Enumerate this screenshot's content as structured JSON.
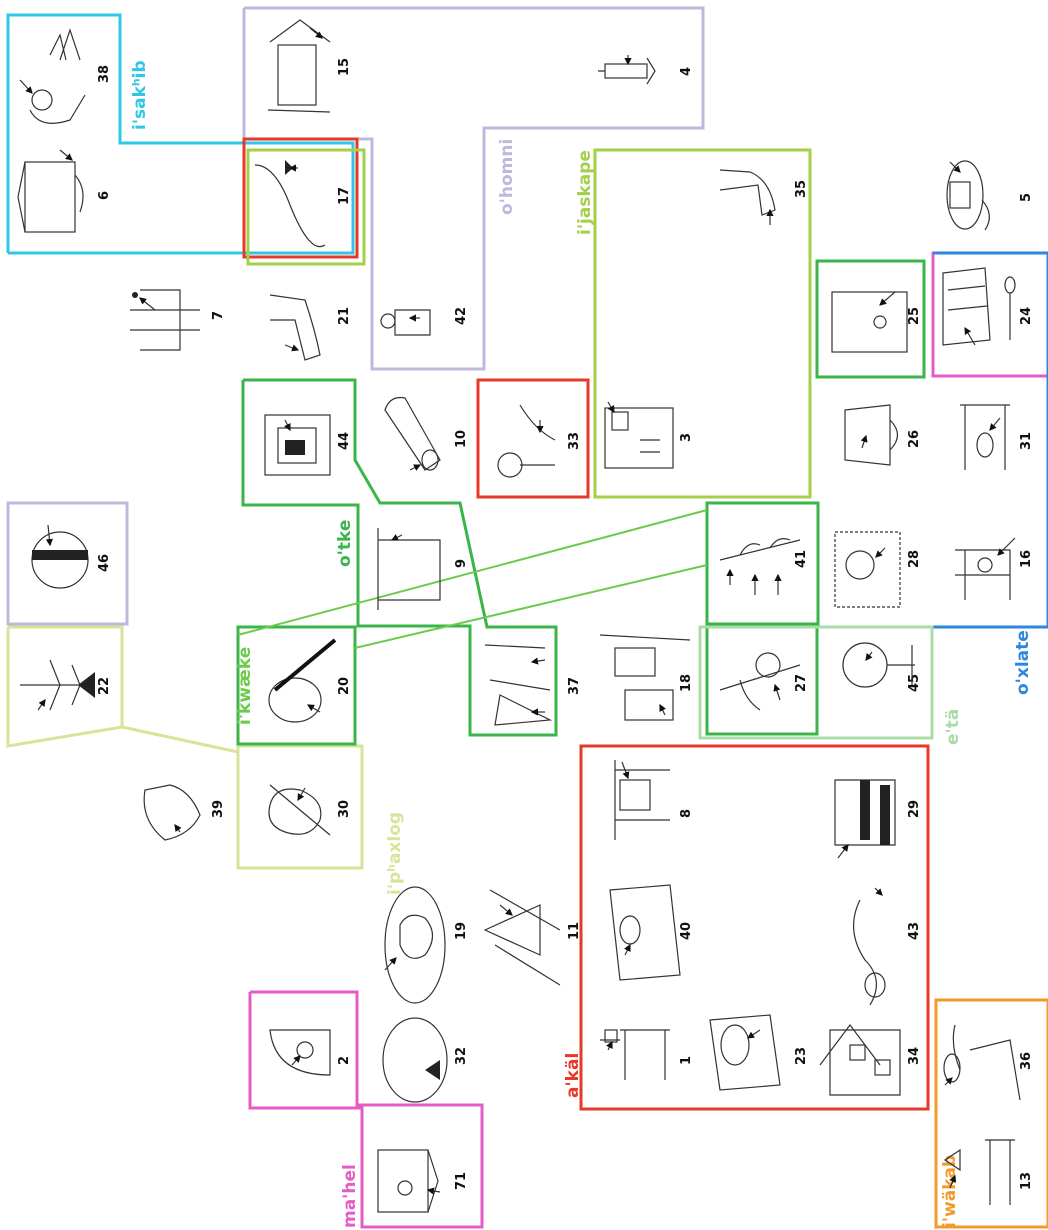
{
  "regions": [
    {
      "id": "isakhib",
      "label": "i'sakʰib",
      "color": "#2EC7E5"
    },
    {
      "id": "ohomni",
      "label": "o'homni",
      "color": "#BDB8DC"
    },
    {
      "id": "ijaskape",
      "label": "i'jaskape",
      "color": "#A4CF48"
    },
    {
      "id": "otke",
      "label": "o'tke",
      "color": "#39B54A"
    },
    {
      "id": "ikwaeke",
      "label": "i'kwæke",
      "color": "#6CCB4A"
    },
    {
      "id": "iphaxlog",
      "label": "i'pʰaxlog",
      "color": "#D6E59A"
    },
    {
      "id": "eta",
      "label": "e'tä",
      "color": "#A8DCA8"
    },
    {
      "id": "oxlate",
      "label": "o'xlate",
      "color": "#2E86DE"
    },
    {
      "id": "akal",
      "label": "a'käl",
      "color": "#E53A2A"
    },
    {
      "id": "mahel",
      "label": "ma'hel",
      "color": "#E55CC6"
    },
    {
      "id": "iwakab",
      "label": "i'wäkab",
      "color": "#F39A2C"
    }
  ],
  "items": [
    {
      "n": "38",
      "icon": "person-fire-icon"
    },
    {
      "n": "6",
      "icon": "dog-doghouse-icon"
    },
    {
      "n": "15",
      "icon": "house-grass-icon"
    },
    {
      "n": "4",
      "icon": "candle-icon"
    },
    {
      "n": "17",
      "icon": "hill-tree-icon"
    },
    {
      "n": "35",
      "icon": "foot-icon"
    },
    {
      "n": "5",
      "icon": "hat-icon"
    },
    {
      "n": "7",
      "icon": "lamp-wall-icon"
    },
    {
      "n": "21",
      "icon": "shoe-icon"
    },
    {
      "n": "42",
      "icon": "woman-belt-icon"
    },
    {
      "n": "25",
      "icon": "dial-wall-icon"
    },
    {
      "n": "24",
      "icon": "spoon-cloth-icon"
    },
    {
      "n": "44",
      "icon": "picture-wall-icon"
    },
    {
      "n": "10",
      "icon": "finger-ring-icon"
    },
    {
      "n": "33",
      "icon": "tree-bird-icon"
    },
    {
      "n": "3",
      "icon": "envelope-stamp-icon"
    },
    {
      "n": "26",
      "icon": "cup-icon"
    },
    {
      "n": "31",
      "icon": "cat-table-icon"
    },
    {
      "n": "46",
      "icon": "head-bandana-icon"
    },
    {
      "n": "9",
      "icon": "coat-hanger-icon"
    },
    {
      "n": "41",
      "icon": "branch-leaves-icon"
    },
    {
      "n": "28",
      "icon": "stamp-portrait-icon"
    },
    {
      "n": "16",
      "icon": "chair-icon"
    },
    {
      "n": "22",
      "icon": "spinning-top-icon"
    },
    {
      "n": "20",
      "icon": "hoop-stick-icon"
    },
    {
      "n": "37",
      "icon": "clothesline-icon"
    },
    {
      "n": "18",
      "icon": "trees-log-icon"
    },
    {
      "n": "27",
      "icon": "fruit-branch-icon"
    },
    {
      "n": "45",
      "icon": "fruit-tree-icon"
    },
    {
      "n": "39",
      "icon": "face-profile-icon"
    },
    {
      "n": "30",
      "icon": "apple-arrow-icon"
    },
    {
      "n": "8",
      "icon": "book-shelf-icon"
    },
    {
      "n": "29",
      "icon": "vase-icon"
    },
    {
      "n": "19",
      "icon": "apple-plate-icon"
    },
    {
      "n": "11",
      "icon": "sailboat-icon"
    },
    {
      "n": "40",
      "icon": "cat-mat-icon"
    },
    {
      "n": "43",
      "icon": "snake-icon"
    },
    {
      "n": "2",
      "icon": "bowl-apple-icon"
    },
    {
      "n": "32",
      "icon": "fishbowl-icon"
    },
    {
      "n": "1",
      "icon": "cup-table-icon"
    },
    {
      "n": "23",
      "icon": "nest-stump-icon"
    },
    {
      "n": "34",
      "icon": "house-roof-icon"
    },
    {
      "n": "71",
      "icon": "dog-kennel-icon"
    },
    {
      "n": "36",
      "icon": "cloud-mountain-icon"
    },
    {
      "n": "13",
      "icon": "lamp-table-icon"
    }
  ]
}
